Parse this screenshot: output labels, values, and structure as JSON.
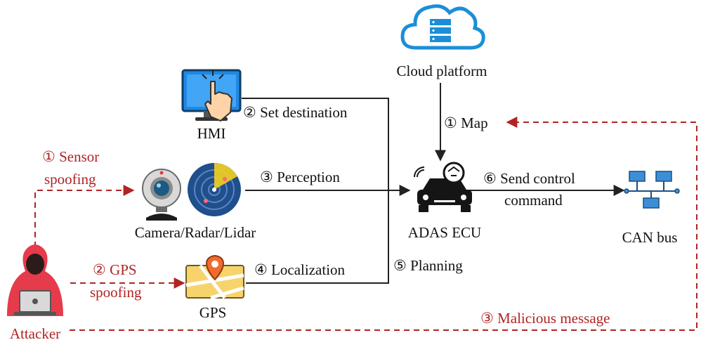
{
  "nodes": {
    "cloud": {
      "label": "Cloud platform",
      "icon": "cloud-server-icon"
    },
    "hmi": {
      "label": "HMI",
      "icon": "touch-monitor-icon"
    },
    "sensors": {
      "label": "Camera/Radar/Lidar",
      "icons": [
        "webcam-icon",
        "radar-icon"
      ]
    },
    "gps": {
      "label": "GPS",
      "icon": "map-pin-icon"
    },
    "ecu": {
      "label": "ADAS ECU",
      "icon": "car-ai-icon"
    },
    "can": {
      "label": "CAN bus",
      "icon": "network-icon"
    },
    "attacker": {
      "label": "Attacker",
      "icon": "hooded-hacker-icon"
    }
  },
  "flows": {
    "map": "① Map",
    "set_destination": "② Set destination",
    "perception": "③ Perception",
    "localization": "④ Localization",
    "planning": "⑤ Planning",
    "send_control_1": "⑥ Send control",
    "send_control_2": "command"
  },
  "attacks": {
    "sensor_spoofing_1": "① Sensor",
    "sensor_spoofing_2": "spoofing",
    "gps_spoofing_1": "② GPS",
    "gps_spoofing_2": "spoofing",
    "malicious_message": "③ Malicious message"
  },
  "colors": {
    "flow": "#222222",
    "attack": "#b02424",
    "cloud": "#1a8fd8",
    "monitor": "#1e88e5",
    "radar": "#1f4f8c",
    "radar_accent": "#f5d020",
    "gps_pin": "#f26a2e",
    "can_nodes": "#3c8fd6",
    "attacker_hood": "#e63b4b",
    "ecu": "#151515"
  }
}
